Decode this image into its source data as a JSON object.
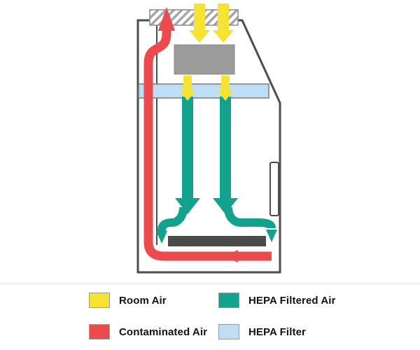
{
  "legend": {
    "items": [
      {
        "label": "Room Air",
        "color": "#f6e231"
      },
      {
        "label": "HEPA Filtered Air",
        "color": "#12a28d"
      },
      {
        "label": "Contaminated Air",
        "color": "#eb4b4d"
      },
      {
        "label": "HEPA Filter",
        "color": "#bedef5"
      }
    ]
  },
  "colors": {
    "room_air": "#f6e231",
    "hepa_filtered_air": "#12a28d",
    "contaminated_air": "#eb4b4d",
    "hepa_filter": "#bedef5",
    "cabinet_outline": "#4d4d4d",
    "blower": "#9b9b9b",
    "work_surface": "#4a4a4a",
    "exhaust_filter_stripe": "#a6a6a6"
  }
}
